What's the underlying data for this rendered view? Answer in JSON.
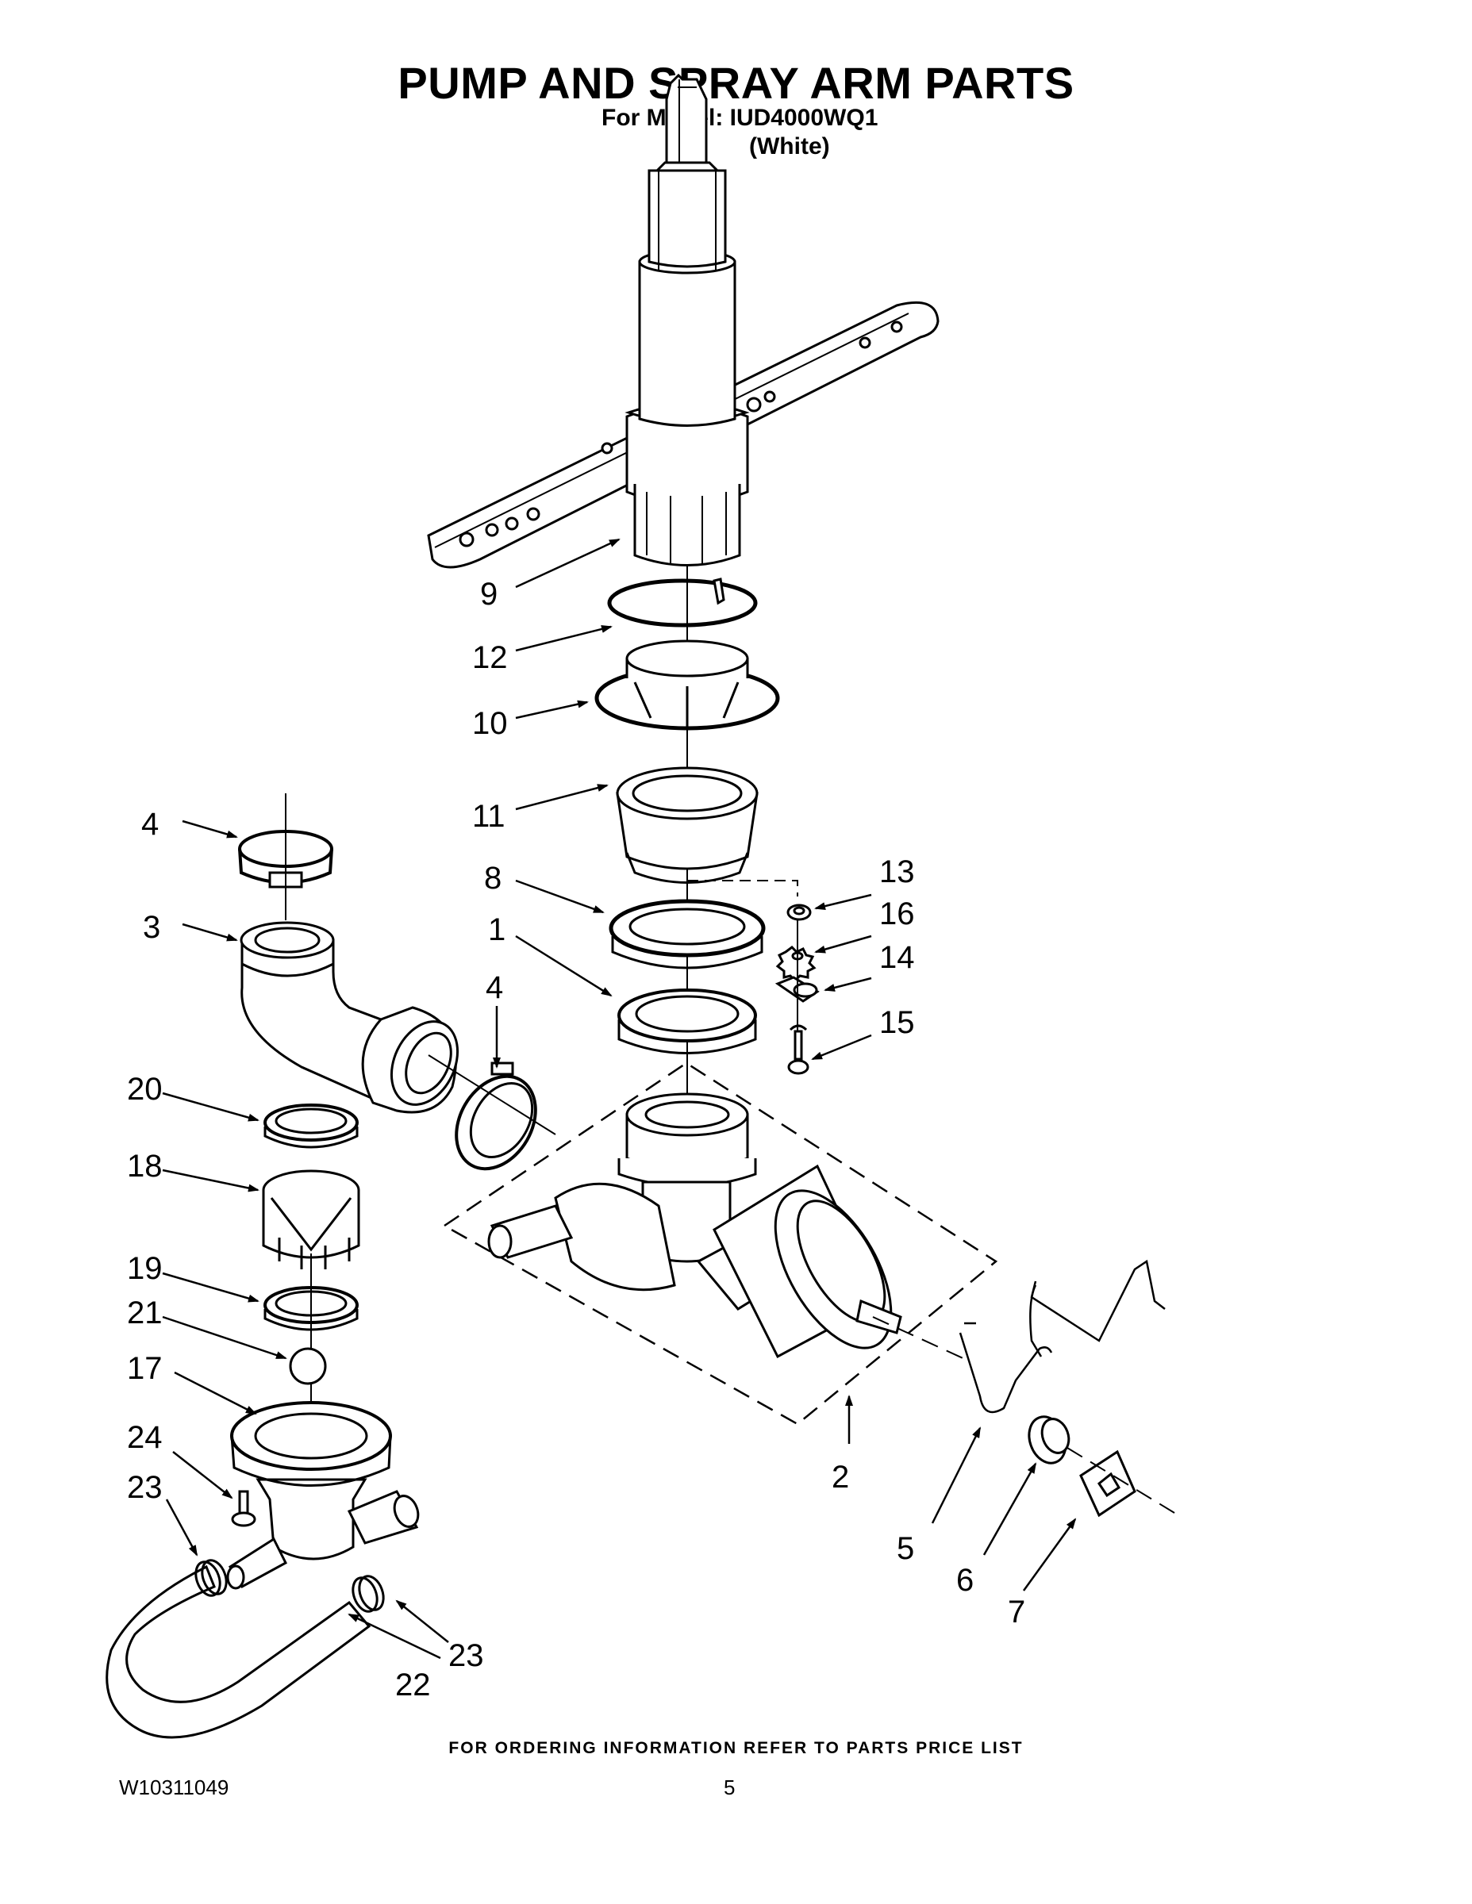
{
  "header": {
    "title": "PUMP AND SPRAY ARM PARTS",
    "model": "For Model: IUD4000WQ1",
    "variant": "(White)"
  },
  "callouts": {
    "c1": "1",
    "c2": "2",
    "c3": "3",
    "c4a": "4",
    "c4b": "4",
    "c5": "5",
    "c6": "6",
    "c7": "7",
    "c8": "8",
    "c9": "9",
    "c10": "10",
    "c11": "11",
    "c12": "12",
    "c13": "13",
    "c14": "14",
    "c15": "15",
    "c16": "16",
    "c17": "17",
    "c18": "18",
    "c19": "19",
    "c20": "20",
    "c21": "21",
    "c22": "22",
    "c23a": "23",
    "c23b": "23",
    "c24": "24"
  },
  "footer": {
    "note": "FOR ORDERING INFORMATION REFER TO PARTS PRICE LIST",
    "doc_number": "W10311049",
    "page": "5"
  }
}
